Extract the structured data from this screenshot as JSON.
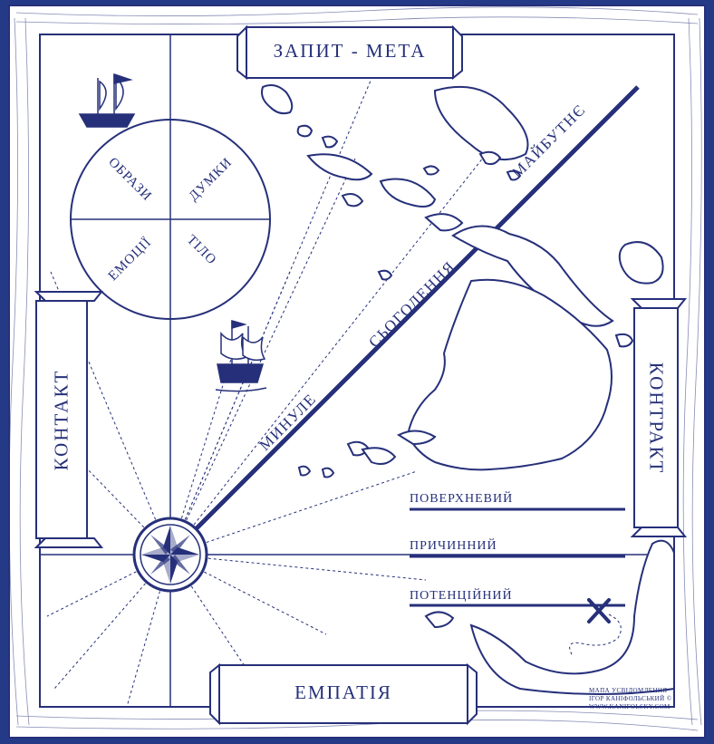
{
  "banners": {
    "top": "ЗАПИТ - МЕТА",
    "bottom": "ЕМПАТІЯ",
    "left": "КОНТАКТ",
    "right": "КОНТРАКТ"
  },
  "circle_quadrants": {
    "top_left": "ОБРАЗИ",
    "top_right": "ДУМКИ",
    "bottom_left": "ЕМОЦІЇ",
    "bottom_right": "ТІЛО"
  },
  "timeline": {
    "past": "МИНУЛЕ",
    "present": "СЬОГОДЕННЯ",
    "future": "МАЙБУТНЄ"
  },
  "levels": [
    "ПОВЕРХНЕВИЙ",
    "ПРИЧИННИЙ",
    "ПОТЕНЦІЙНИЙ"
  ],
  "credit": {
    "line1": "МАПА УСВІДОМЛЕННЯ",
    "line2": "ІГОР КАНІФОЛЬСЬКИЙ ©",
    "line3": "WWW.KANIFOLSKY.COM"
  },
  "colors": {
    "frame": "#243a86",
    "ink": "#26307a",
    "paper": "#ffffff"
  }
}
